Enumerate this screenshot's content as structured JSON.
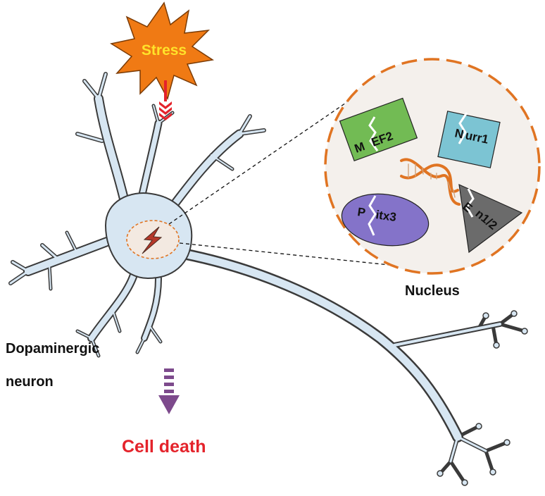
{
  "stress": {
    "label": "Stress"
  },
  "nucleus": {
    "label": "Nucleus"
  },
  "neuron": {
    "label_line1": "Dopaminergic",
    "label_line2": "neuron"
  },
  "outcome": {
    "label": "Cell death"
  },
  "factors": {
    "mef2_a": "M",
    "mef2_b": "EF2",
    "nurr1_a": "N",
    "nurr1_b": "urr1",
    "pitx3_a": "P",
    "pitx3_b": "itx3",
    "en12_a": "E",
    "en12_b": "n1/2"
  },
  "colors": {
    "stress_fill": "#f07a14",
    "stress_text": "#ffe22a",
    "neuron_fill": "#d7e6f2",
    "neuron_outline": "#3a3a3a",
    "nucleus_border": "#e07422",
    "mef2": "#72bb54",
    "nurr1": "#7cc4d3",
    "pitx3": "#8473c9",
    "en12": "#6b6b6b",
    "cell_death": "#e4232b",
    "death_arrow": "#7d4a8c",
    "stress_arrow": "#e4232b"
  }
}
